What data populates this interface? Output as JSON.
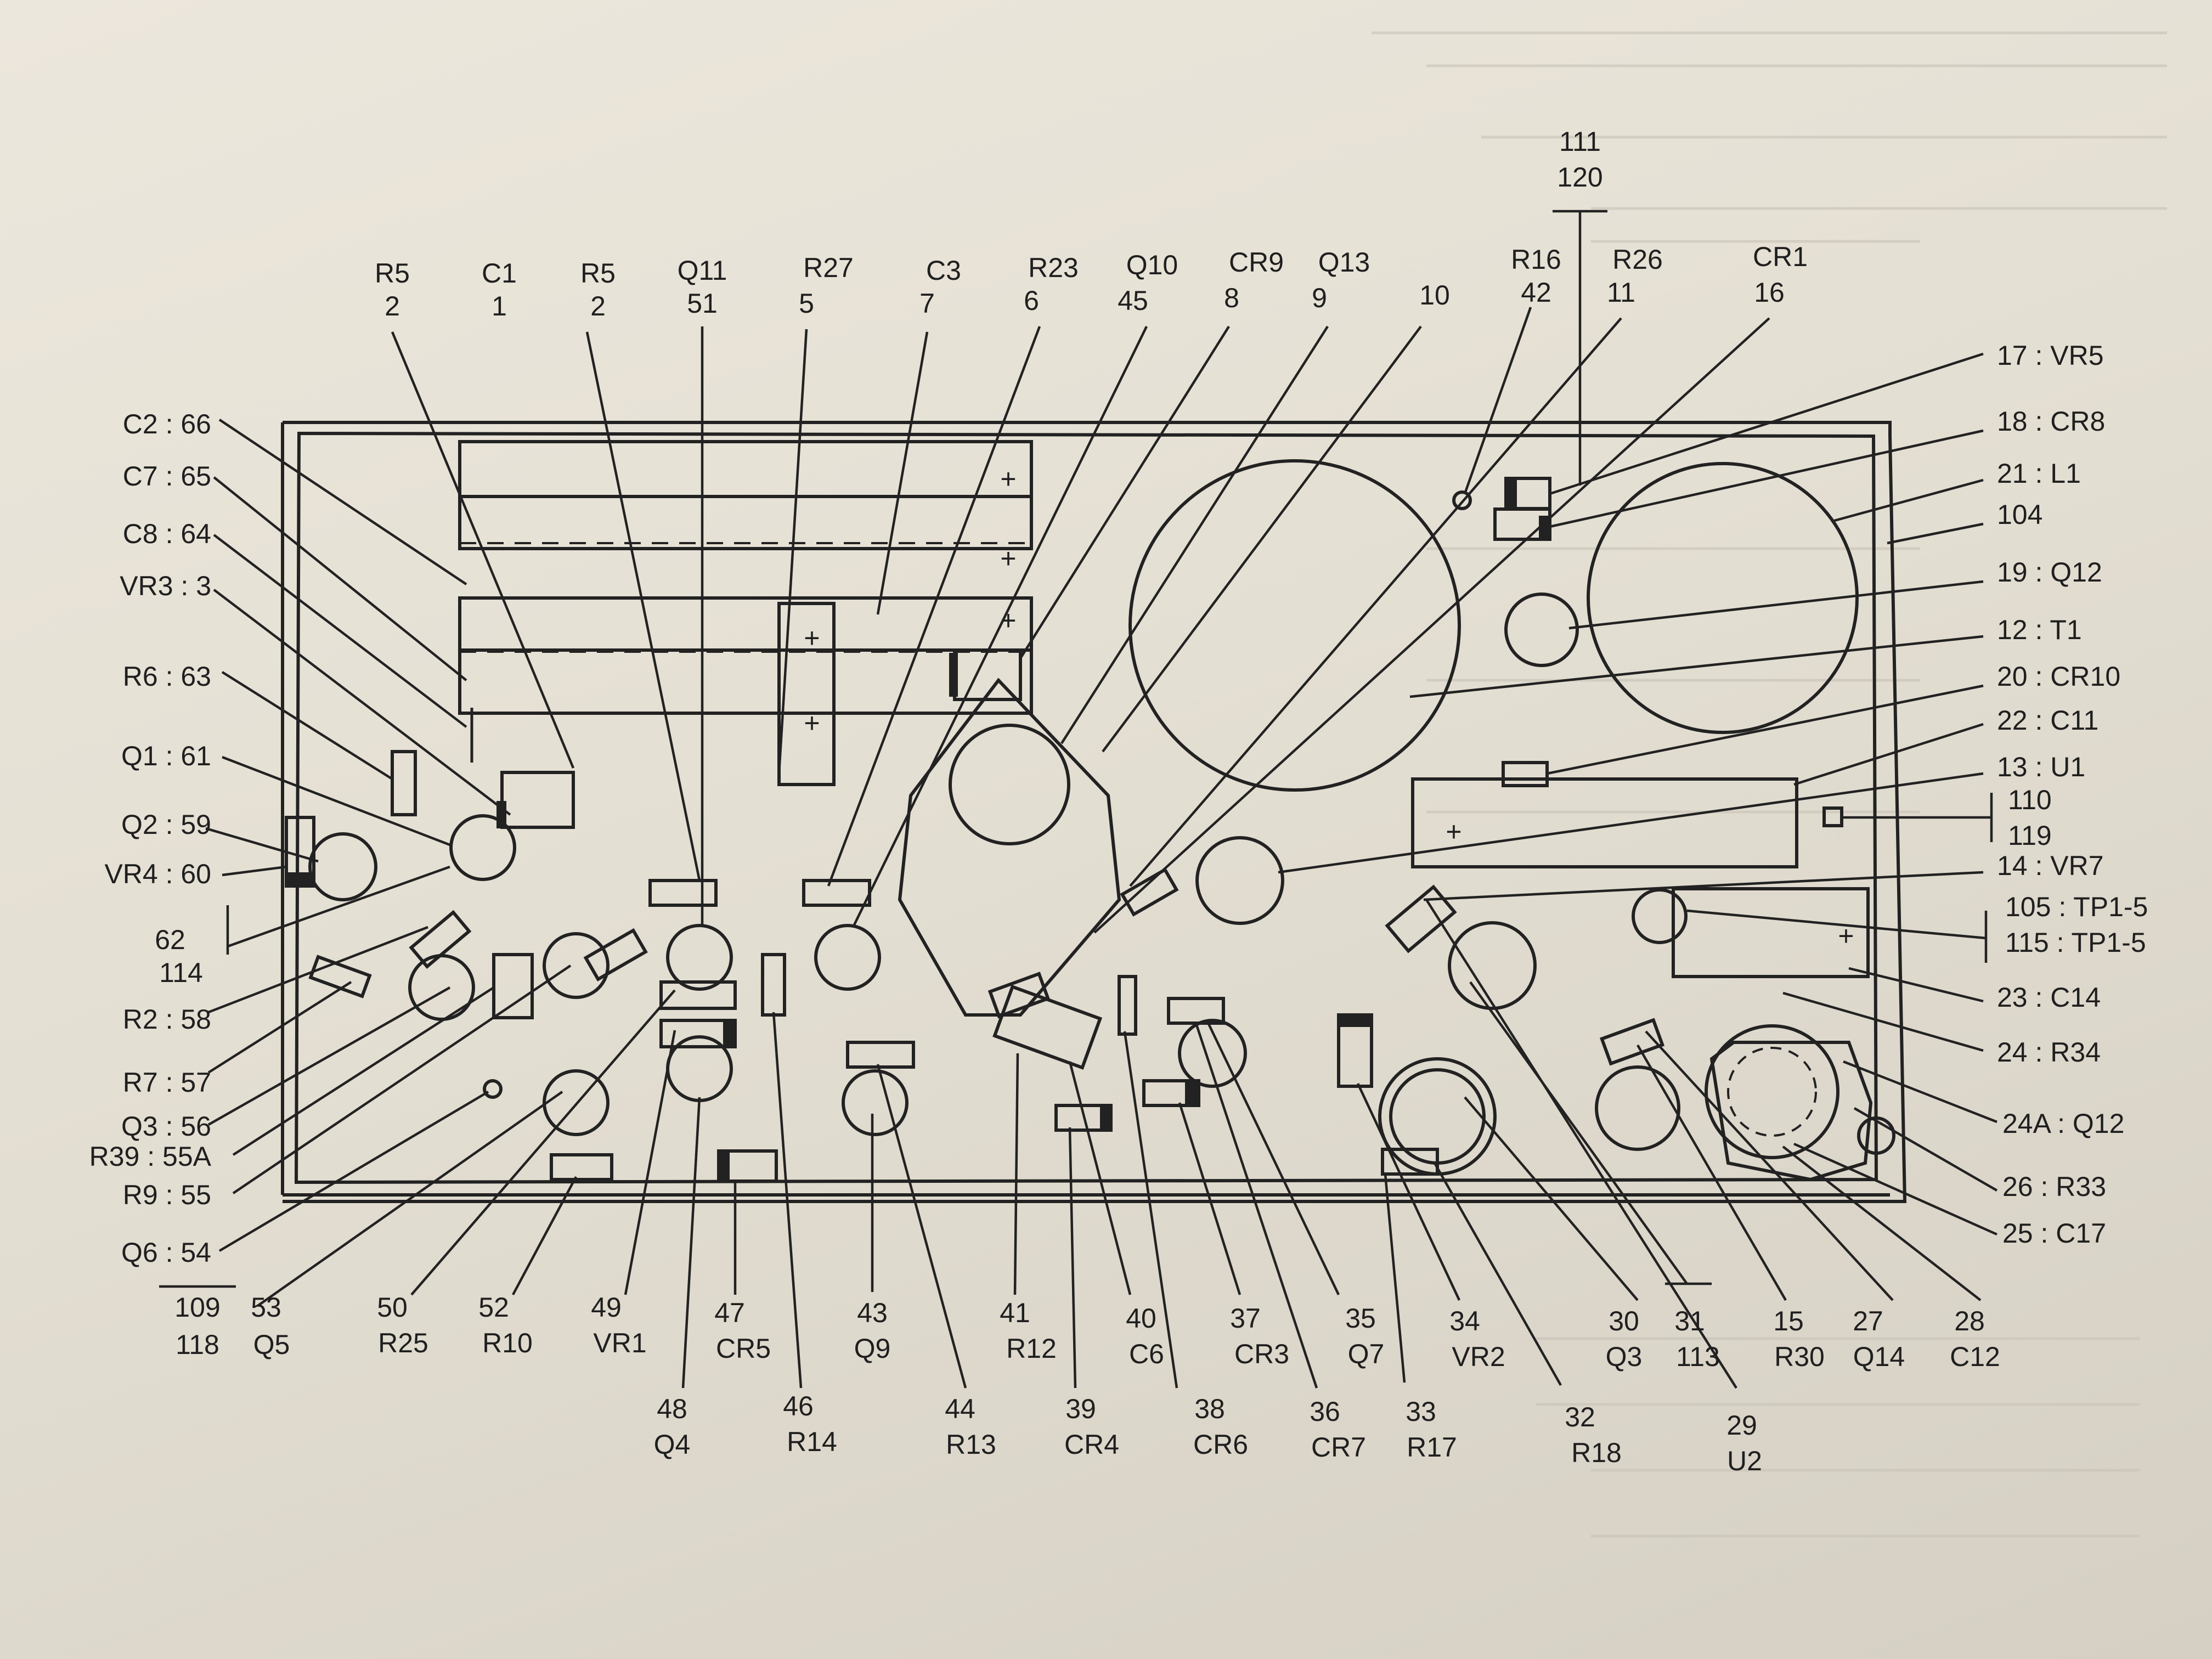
{
  "colors": {
    "paper": "#e8e3d8",
    "ink": "#222222"
  },
  "top_labels": [
    {
      "id": "t1",
      "a": "R5",
      "b": "2"
    },
    {
      "id": "t2",
      "a": "C1",
      "b": "1"
    },
    {
      "id": "t3",
      "a": "R5",
      "b": "2"
    },
    {
      "id": "t4",
      "a": "Q11",
      "b": "51"
    },
    {
      "id": "t5",
      "a": "R27",
      "b": "5"
    },
    {
      "id": "t6",
      "a": "C3",
      "b": "7"
    },
    {
      "id": "t7",
      "a": "R23",
      "b": "6"
    },
    {
      "id": "t8",
      "a": "Q10",
      "b": "45"
    },
    {
      "id": "t9",
      "a": "CR9",
      "b": "8"
    },
    {
      "id": "t10",
      "a": "Q13",
      "b": "9"
    },
    {
      "id": "t11",
      "a": "",
      "b": "10"
    },
    {
      "id": "t12",
      "a": "R16",
      "b": "42"
    },
    {
      "id": "t13",
      "a": "R26",
      "b": "11"
    },
    {
      "id": "t14",
      "a": "CR1",
      "b": "16"
    },
    {
      "id": "t15",
      "a": "111",
      "b": "120"
    }
  ],
  "left_labels": [
    {
      "id": "l1",
      "text": "C2 : 66"
    },
    {
      "id": "l2",
      "text": "C7 : 65"
    },
    {
      "id": "l3",
      "text": "C8 : 64"
    },
    {
      "id": "l4",
      "text": "VR3 :  3"
    },
    {
      "id": "l5",
      "text": "R6 : 63"
    },
    {
      "id": "l6",
      "text": "Q1 : 61"
    },
    {
      "id": "l7",
      "text": "Q2 : 59"
    },
    {
      "id": "l8",
      "text": "VR4 : 60"
    },
    {
      "id": "l9a",
      "text": "62"
    },
    {
      "id": "l9b",
      "text": "114"
    },
    {
      "id": "l10",
      "text": "R2 : 58"
    },
    {
      "id": "l11",
      "text": "R7 : 57"
    },
    {
      "id": "l12",
      "text": "Q3 : 56"
    },
    {
      "id": "l13",
      "text": "R39 : 55A"
    },
    {
      "id": "l14",
      "text": "R9 : 55"
    },
    {
      "id": "l15",
      "text": "Q6 : 54"
    }
  ],
  "right_labels": [
    {
      "id": "r1",
      "text": "17 : VR5"
    },
    {
      "id": "r2",
      "text": "18 : CR8"
    },
    {
      "id": "r3",
      "text": "21 : L1"
    },
    {
      "id": "r4",
      "text": "104"
    },
    {
      "id": "r5",
      "text": "19 : Q12"
    },
    {
      "id": "r6",
      "text": "12 : T1"
    },
    {
      "id": "r7",
      "text": "20 : CR10"
    },
    {
      "id": "r8",
      "text": "22 : C11"
    },
    {
      "id": "r9",
      "text": "13 : U1"
    },
    {
      "id": "r10a",
      "text": "110"
    },
    {
      "id": "r10b",
      "text": "119"
    },
    {
      "id": "r11",
      "text": "14 : VR7"
    },
    {
      "id": "r12",
      "text": "105 : TP1-5"
    },
    {
      "id": "r13",
      "text": "115 : TP1-5"
    },
    {
      "id": "r14",
      "text": "23 : C14"
    },
    {
      "id": "r15",
      "text": "24 : R34"
    },
    {
      "id": "r16",
      "text": "24A : Q12"
    },
    {
      "id": "r17",
      "text": "26 : R33"
    },
    {
      "id": "r18",
      "text": "25 : C17"
    }
  ],
  "bottom_labels": [
    {
      "id": "b1",
      "a": "109",
      "b": "118"
    },
    {
      "id": "b2",
      "a": "53",
      "b": "Q5"
    },
    {
      "id": "b3",
      "a": "50",
      "b": "R25"
    },
    {
      "id": "b4",
      "a": "52",
      "b": "R10"
    },
    {
      "id": "b5",
      "a": "49",
      "b": "VR1"
    },
    {
      "id": "b6",
      "a": "47",
      "b": "CR5"
    },
    {
      "id": "b7",
      "a": "48",
      "b": "Q4"
    },
    {
      "id": "b8",
      "a": "46",
      "b": "R14"
    },
    {
      "id": "b9",
      "a": "43",
      "b": "Q9"
    },
    {
      "id": "b10",
      "a": "44",
      "b": "R13"
    },
    {
      "id": "b11",
      "a": "41",
      "b": "R12"
    },
    {
      "id": "b12",
      "a": "39",
      "b": "CR4"
    },
    {
      "id": "b13",
      "a": "40",
      "b": "C6"
    },
    {
      "id": "b14",
      "a": "38",
      "b": "CR6"
    },
    {
      "id": "b15",
      "a": "37",
      "b": "CR3"
    },
    {
      "id": "b16",
      "a": "36",
      "b": "CR7"
    },
    {
      "id": "b17",
      "a": "35",
      "b": "Q7"
    },
    {
      "id": "b18",
      "a": "33",
      "b": "R17"
    },
    {
      "id": "b19",
      "a": "34",
      "b": "VR2"
    },
    {
      "id": "b20",
      "a": "32",
      "b": "R18"
    },
    {
      "id": "b21",
      "a": "30",
      "b": "Q3"
    },
    {
      "id": "b22",
      "a": "31",
      "b": "113"
    },
    {
      "id": "b23",
      "a": "29",
      "b": "U2"
    },
    {
      "id": "b24",
      "a": "15",
      "b": "R30"
    },
    {
      "id": "b25",
      "a": "27",
      "b": "Q14"
    },
    {
      "id": "b26",
      "a": "28",
      "b": "C12"
    }
  ],
  "polarity_marks": [
    "+",
    "+",
    "+",
    "+",
    "+",
    "+",
    "+"
  ]
}
